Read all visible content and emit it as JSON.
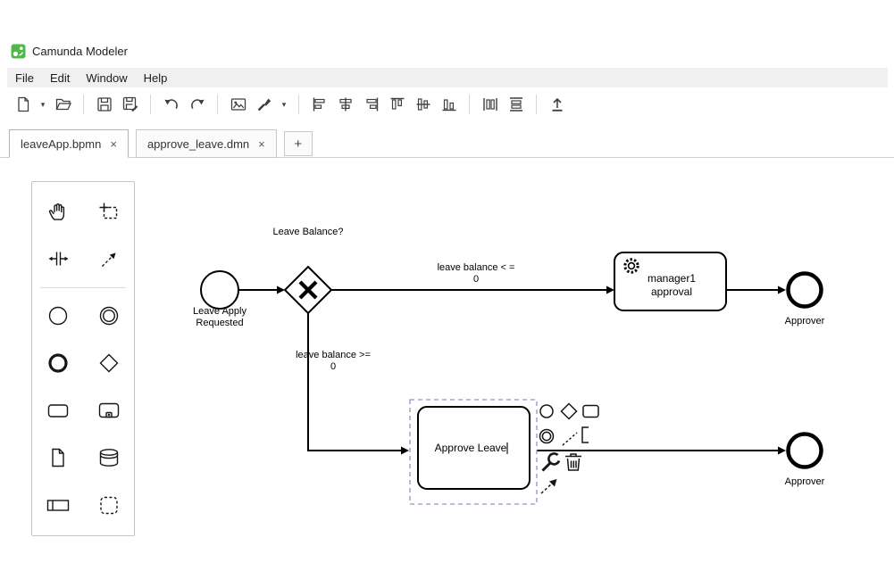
{
  "colors": {
    "logo_green": "#4fb848",
    "menubar_bg": "#f0f0f0",
    "diagram_stroke": "#000000",
    "selection_dash": "#8a96c8",
    "chrome_border": "#c8c8c8"
  },
  "window": {
    "app_title": "Camunda Modeler"
  },
  "menubar": {
    "items": [
      "File",
      "Edit",
      "Window",
      "Help"
    ]
  },
  "toolbar": {
    "caret_glyph": "▾",
    "items": [
      "create-diagram",
      "create-diagram-dropdown",
      "open-file",
      "save",
      "save-as",
      "undo",
      "redo",
      "export-image",
      "set-color",
      "set-color-dropdown",
      "align-left",
      "align-center-horizontal",
      "align-right",
      "align-top",
      "align-center-vertical",
      "align-bottom",
      "distribute-horizontally",
      "distribute-vertically",
      "deploy"
    ]
  },
  "tabbar": {
    "tabs": [
      {
        "label": "leaveApp.bpmn",
        "close_glyph": "×",
        "active": true
      },
      {
        "label": "approve_leave.dmn",
        "close_glyph": "×",
        "active": false
      }
    ],
    "new_tab_glyph": "+"
  },
  "palette": {
    "tools": [
      "hand-tool",
      "lasso-tool",
      "space-tool",
      "global-connect-tool",
      "create-start-event",
      "create-intermediate-event",
      "create-end-event",
      "create-exclusive-gateway",
      "create-task",
      "create-subprocess",
      "create-data-object",
      "create-data-store",
      "create-participant",
      "create-group"
    ]
  },
  "diagram": {
    "start_event": {
      "label_line1": "Leave Apply",
      "label_line2": "Requested"
    },
    "gateway": {
      "label": "Leave Balance?"
    },
    "flow_to_manager": {
      "label_line1": "leave balance < =",
      "label_line2": "0"
    },
    "flow_to_approve": {
      "label_line1": "leave balance >=",
      "label_line2": "0"
    },
    "service_task": {
      "label_line1": "manager1",
      "label_line2": "approval"
    },
    "user_task": {
      "label": "Approve Leave"
    },
    "end_event_top": {
      "label": "Approver"
    },
    "end_event_bottom": {
      "label": "Approver"
    }
  }
}
